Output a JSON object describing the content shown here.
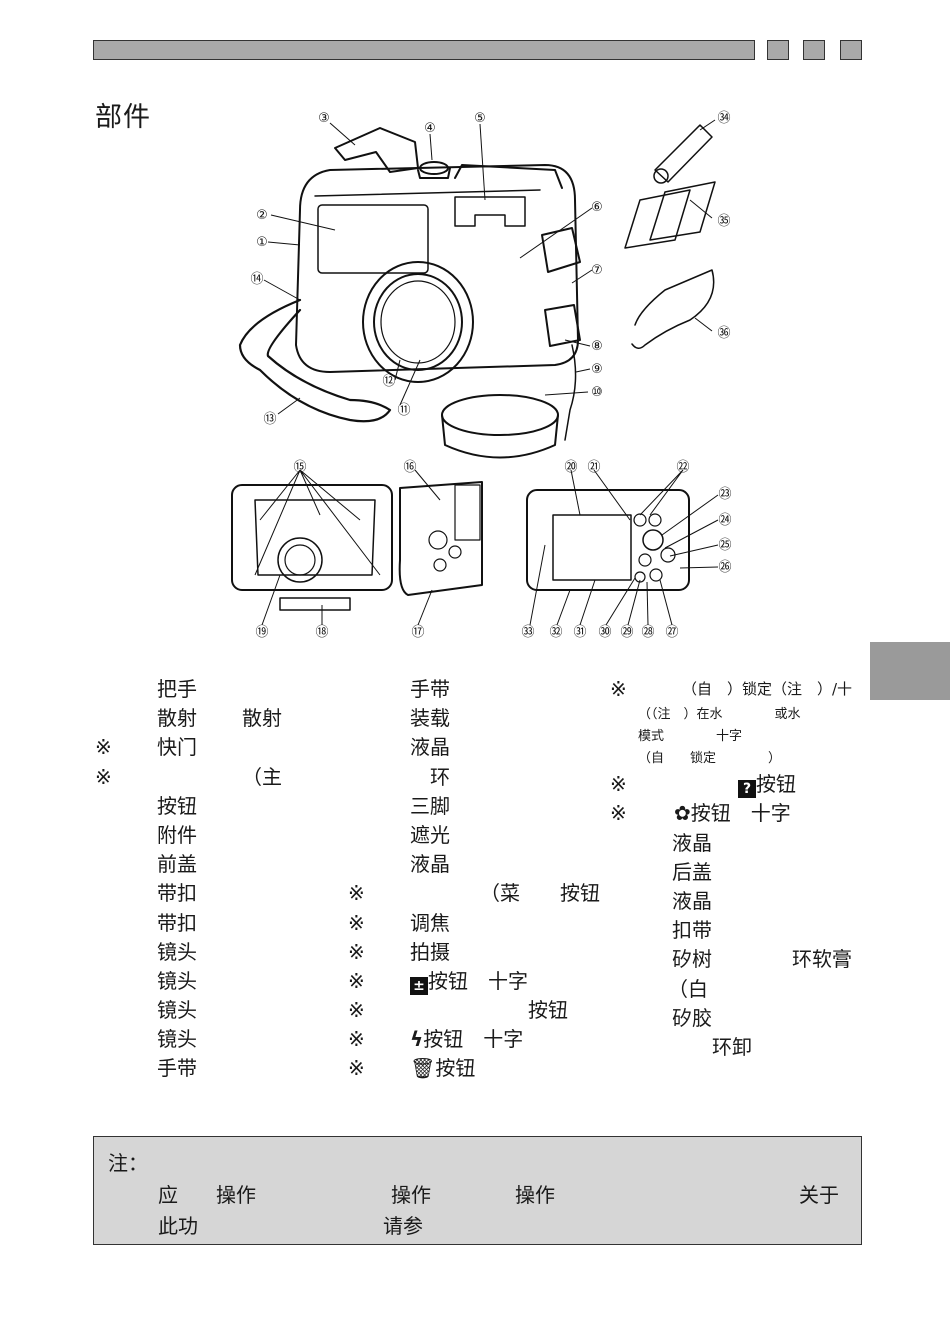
{
  "page": {
    "title": "部件"
  },
  "callouts": [
    "①",
    "②",
    "③",
    "④",
    "⑤",
    "⑥",
    "⑦",
    "⑧",
    "⑨",
    "⑩",
    "⑪",
    "⑫",
    "⑬",
    "⑭",
    "⑮",
    "⑯",
    "⑰",
    "⑱",
    "⑲",
    "⑳",
    "㉑",
    "㉒",
    "㉓",
    "㉔",
    "㉕",
    "㉖",
    "㉗",
    "㉘",
    "㉙",
    "㉚",
    "㉛",
    "㉜",
    "㉝",
    "㉞",
    "㉟",
    "㊱"
  ],
  "parts": {
    "mark": "※",
    "col1": [
      {
        "mark": false,
        "a": "把手",
        "b": ""
      },
      {
        "mark": false,
        "a": "散射",
        "b": "散射"
      },
      {
        "mark": true,
        "a": "快门",
        "b": ""
      },
      {
        "mark": true,
        "a": "",
        "b": "（主"
      },
      {
        "mark": false,
        "a": "按钮",
        "b": ""
      },
      {
        "mark": false,
        "a": "附件",
        "b": ""
      },
      {
        "mark": false,
        "a": "前盖",
        "b": ""
      },
      {
        "mark": false,
        "a": "带扣",
        "b": ""
      },
      {
        "mark": false,
        "a": "带扣",
        "b": ""
      },
      {
        "mark": false,
        "a": "镜头",
        "b": ""
      },
      {
        "mark": false,
        "a": "镜头",
        "b": ""
      },
      {
        "mark": false,
        "a": "镜头",
        "b": ""
      },
      {
        "mark": false,
        "a": "镜头",
        "b": ""
      },
      {
        "mark": false,
        "a": "手带",
        "b": ""
      }
    ],
    "col2": [
      {
        "mark": false,
        "a": "手带",
        "b": ""
      },
      {
        "mark": false,
        "a": "装载",
        "b": ""
      },
      {
        "mark": false,
        "a": "液晶",
        "b": ""
      },
      {
        "mark": false,
        "a": "　环",
        "b": ""
      },
      {
        "mark": false,
        "a": "三脚",
        "b": ""
      },
      {
        "mark": false,
        "a": "遮光",
        "b": ""
      },
      {
        "mark": false,
        "a": "液晶",
        "b": ""
      },
      {
        "mark": true,
        "a": "",
        "b": "（菜　　按钮"
      },
      {
        "mark": true,
        "a": "调焦",
        "b": ""
      },
      {
        "mark": true,
        "a": "拍摄",
        "b": ""
      },
      {
        "mark": true,
        "a": "按钮　十字",
        "b": "",
        "icon": "exposure-icon"
      },
      {
        "mark": true,
        "a": "",
        "b": "按钮"
      },
      {
        "mark": true,
        "a": "按钮　十字",
        "b": "",
        "icon": "flash-icon"
      },
      {
        "mark": true,
        "a": "按钮",
        "b": "",
        "icon": "trash-icon"
      }
    ],
    "col3_top": {
      "line1": "（自　）锁定（注　）/十",
      "line2": "（（注　）在水　　　　或水",
      "line3": "模式　　　　十字",
      "line4": "（自　　锁定　　　　）"
    },
    "col3": [
      {
        "mark": true,
        "a": "按钮",
        "icon": "help-icon"
      },
      {
        "mark": true,
        "a": "按钮　十字",
        "icon": "macro-icon"
      },
      {
        "mark": false,
        "a": "液晶"
      },
      {
        "mark": false,
        "a": "后盖"
      },
      {
        "mark": false,
        "a": "液晶"
      },
      {
        "mark": false,
        "a": "扣带"
      },
      {
        "mark": false,
        "a": "矽树　　　　环软膏"
      },
      {
        "mark": false,
        "a": "（白"
      },
      {
        "mark": false,
        "a": "矽胶"
      },
      {
        "mark": false,
        "a": "　　环卸"
      }
    ]
  },
  "note": {
    "label": "注：",
    "l1a": "应",
    "l1b": "操作",
    "l1c": "操作",
    "l1d": "操作",
    "l1e": "关于",
    "l2a": "此功",
    "l2b": "请参"
  }
}
